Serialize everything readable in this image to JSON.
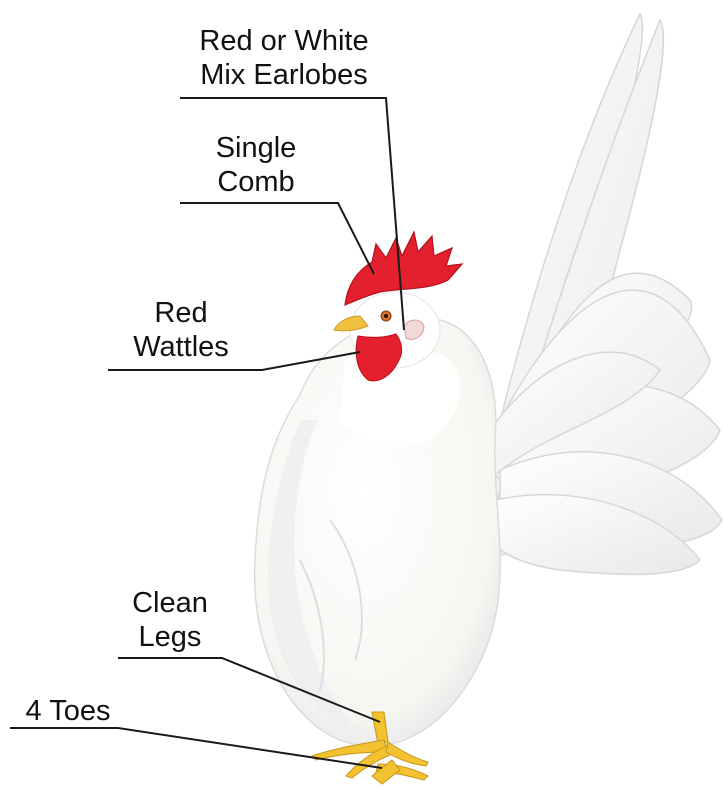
{
  "labels": {
    "earlobes": {
      "line1": "Red or White",
      "line2": "Mix Earlobes"
    },
    "comb": {
      "line1": "Single",
      "line2": "Comb"
    },
    "wattles": {
      "line1": "Red",
      "line2": "Wattles"
    },
    "legs": {
      "line1": "Clean",
      "line2": "Legs"
    },
    "toes": {
      "line1": "4 Toes"
    }
  },
  "colors": {
    "plumage": "#fbfbf7",
    "plumage_shade": "#e2e4e6",
    "comb": "#e4202e",
    "beak": "#f0c040",
    "legs": "#f2c230",
    "leader_line": "#1a1a1a"
  }
}
